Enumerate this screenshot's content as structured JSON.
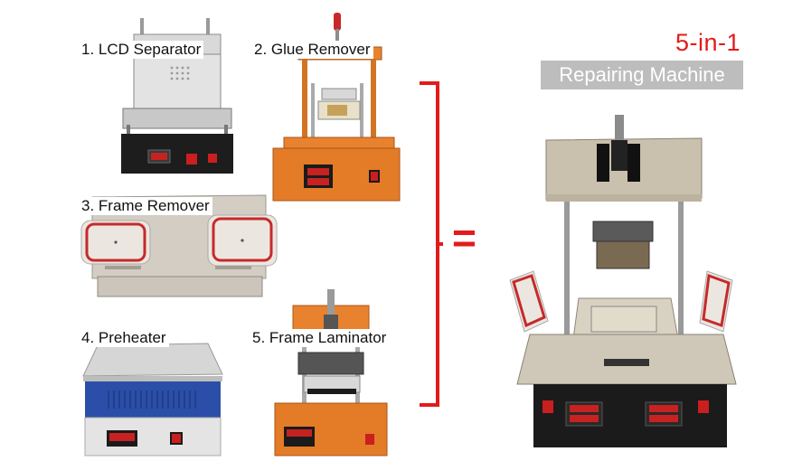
{
  "labels": {
    "item1": "1. LCD Separator",
    "item2": "2. Glue Remover",
    "item3": "3. Frame Remover",
    "item4": "4. Preheater",
    "item5": "5. Frame Laminator"
  },
  "headline": {
    "line1": "5-in-1",
    "line2": "Repairing Machine"
  },
  "equals_sign": "=",
  "colors": {
    "accent_red": "#e21b1b",
    "orange_body": "#e8822f",
    "panel_black": "#1b1b1b",
    "steel": "#c9c4bb",
    "blue_panel": "#2b4fa8"
  }
}
